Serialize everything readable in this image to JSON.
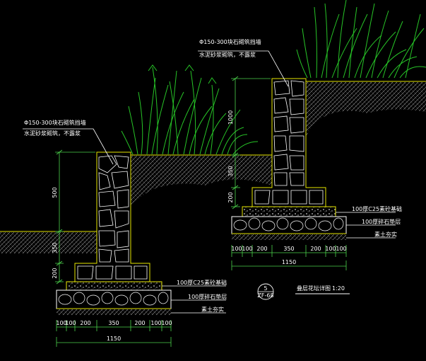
{
  "colors": {
    "background": "#000000",
    "outline": "#e6e600",
    "stone": "#ffffff",
    "plant": "#27c427",
    "dimension": "#4cd24c",
    "text": "#ffffff",
    "gravel": "#cfcfcf"
  },
  "labels": {
    "upper_wall_note_1": "Φ150-300块石砌筑挡墙",
    "upper_wall_note_2": "水泥砂浆砌筑，不露浆",
    "lower_wall_note_1": "Φ150-300块石砌筑挡墙",
    "lower_wall_note_2": "水泥砂浆砌筑，不露浆",
    "upper_layer_concrete": "100厚C25素砼基础",
    "upper_layer_gravel": "100厚碎石垫层",
    "upper_layer_soil": "素土夯实",
    "lower_layer_concrete": "100厚C25素砼基础",
    "lower_layer_gravel": "100厚碎石垫层",
    "lower_layer_soil": "素土夯实",
    "section_number": "5",
    "section_sheet": "ZF-68",
    "section_title": "叠层花坛详图",
    "section_scale": "1:20"
  },
  "dimensions": {
    "upper_vertical": [
      "1000",
      "350",
      "200"
    ],
    "lower_vertical": [
      "500",
      "350",
      "200"
    ],
    "upper_horizontal": [
      "100",
      "100",
      "200",
      "350",
      "200",
      "100",
      "100"
    ],
    "upper_total": "1150",
    "lower_horizontal": [
      "100",
      "100",
      "200",
      "350",
      "200",
      "100",
      "100"
    ],
    "lower_total": "1150"
  }
}
